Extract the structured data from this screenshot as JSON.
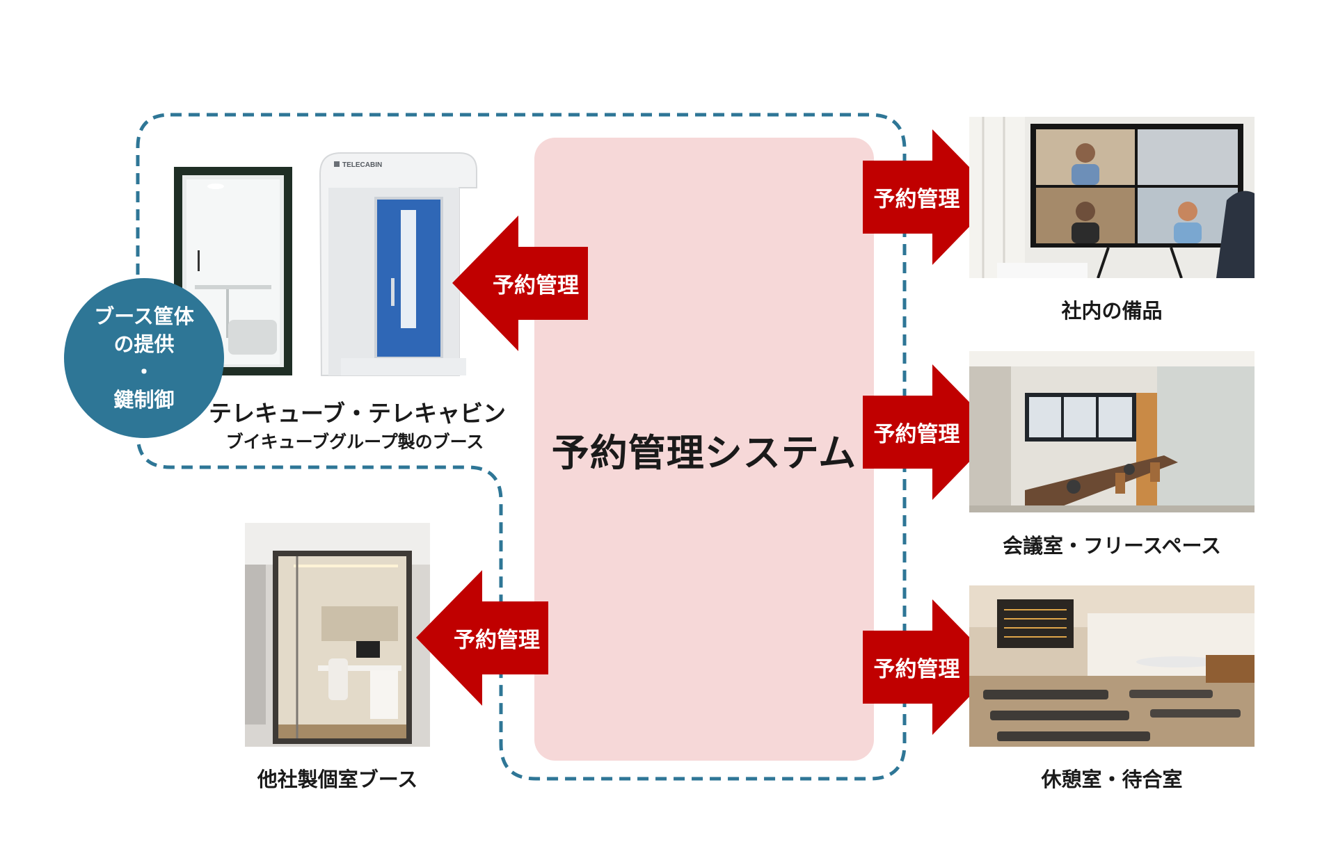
{
  "center": {
    "label": "予約管理システム"
  },
  "arrows": {
    "label": "予約管理",
    "left_upper": "予約管理",
    "left_lower": "予約管理",
    "right_top": "予約管理",
    "right_middle": "予約管理",
    "right_bottom": "予約管理"
  },
  "circle": {
    "line1": "ブース筐体",
    "line2": "の提供",
    "line3": "・",
    "line4": "鍵制御"
  },
  "booths": {
    "title": "テレキューブ・テレキャビン",
    "subtitle": "ブイキューブグループ製のブース",
    "cabin_brand": "TELECABIN"
  },
  "other_booth": {
    "caption": "他社製個室ブース"
  },
  "right_items": [
    {
      "caption": "社内の備品"
    },
    {
      "caption": "会議室・フリースペース"
    },
    {
      "caption": "休憩室・待合室"
    }
  ],
  "colors": {
    "arrow_red": "#c00000",
    "center_pink": "#f6d8d8",
    "circle_teal": "#2e7696",
    "dash_blue": "#2e7696"
  }
}
